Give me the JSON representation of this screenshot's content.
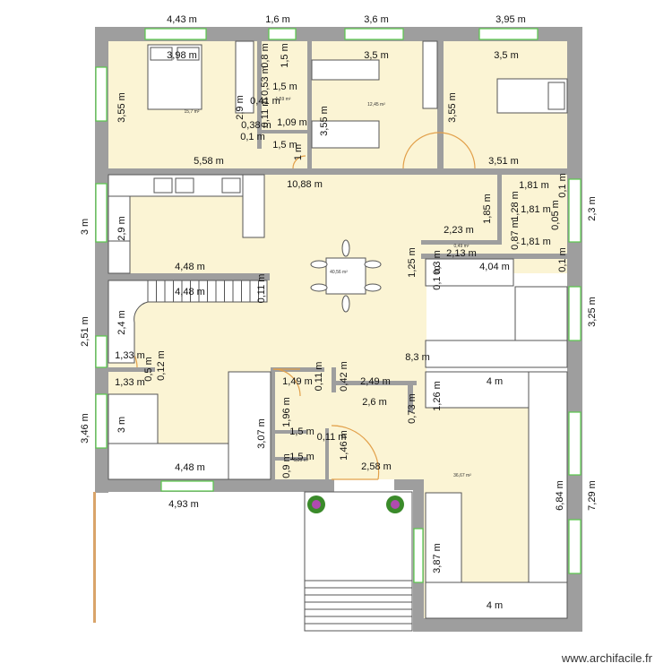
{
  "watermark": "www.archifacile.fr",
  "colors": {
    "room_fill": "#fbf4d4",
    "wall": "#9e9e9e",
    "window": "#58c84a",
    "door": "#e2a04a",
    "stair_rail": "#d9a46a"
  },
  "dimensions": [
    "4,43 m",
    "1,6 m",
    "3,6 m",
    "3,95 m",
    "3,98 m",
    "1,5 m",
    "3,5 m",
    "3,5 m",
    "0,8 m",
    "3,55 m",
    "2,9 m",
    "0,41 m",
    "1,5 m",
    "0,38 m",
    "1,09 m",
    "0,1 m",
    "1,5 m",
    "3,55 m",
    "3,55 m",
    "5,58 m",
    "1 m",
    "10,88 m",
    "3,51 m",
    "1,81 m",
    "3 m",
    "2,9 m",
    "1,28 m",
    "1,81 m",
    "1,85 m",
    "2,3 m",
    "2,23 m",
    "0,87 m",
    "1,81 m",
    "0,05 m",
    "0,1 m",
    "1,25 m",
    "0,3 m",
    "2,13 m",
    "4,48 m",
    "4,04 m",
    "0,1 m",
    "4,48 m",
    "0,11 m",
    "0,1 m",
    "3,25 m",
    "2,51 m",
    "2,4 m",
    "1,33 m",
    "8,3 m",
    "1,33 m",
    "1,49 m",
    "0,42 m",
    "2,49 m",
    "4 m",
    "0,11 m",
    "1,26 m",
    "2,6 m",
    "0,73 m",
    "3,46 m",
    "1,96 m",
    "3 m",
    "3,07 m",
    "1,5 m",
    "0,11 m",
    "1,46 m",
    "1,5 m",
    "0,9 m",
    "4,48 m",
    "2,58 m",
    "4,93 m",
    "6,84 m",
    "7,29 m",
    "3,87 m",
    "4 m",
    "0,53 m",
    "0,11 m",
    "0,12 m",
    "0,5 m"
  ],
  "areas": [
    "12,45 m²",
    "15,7 m²",
    "40,56 m²",
    "36,67 m²",
    "0,49 m²",
    "1,59 m²",
    "0,95 m²"
  ]
}
